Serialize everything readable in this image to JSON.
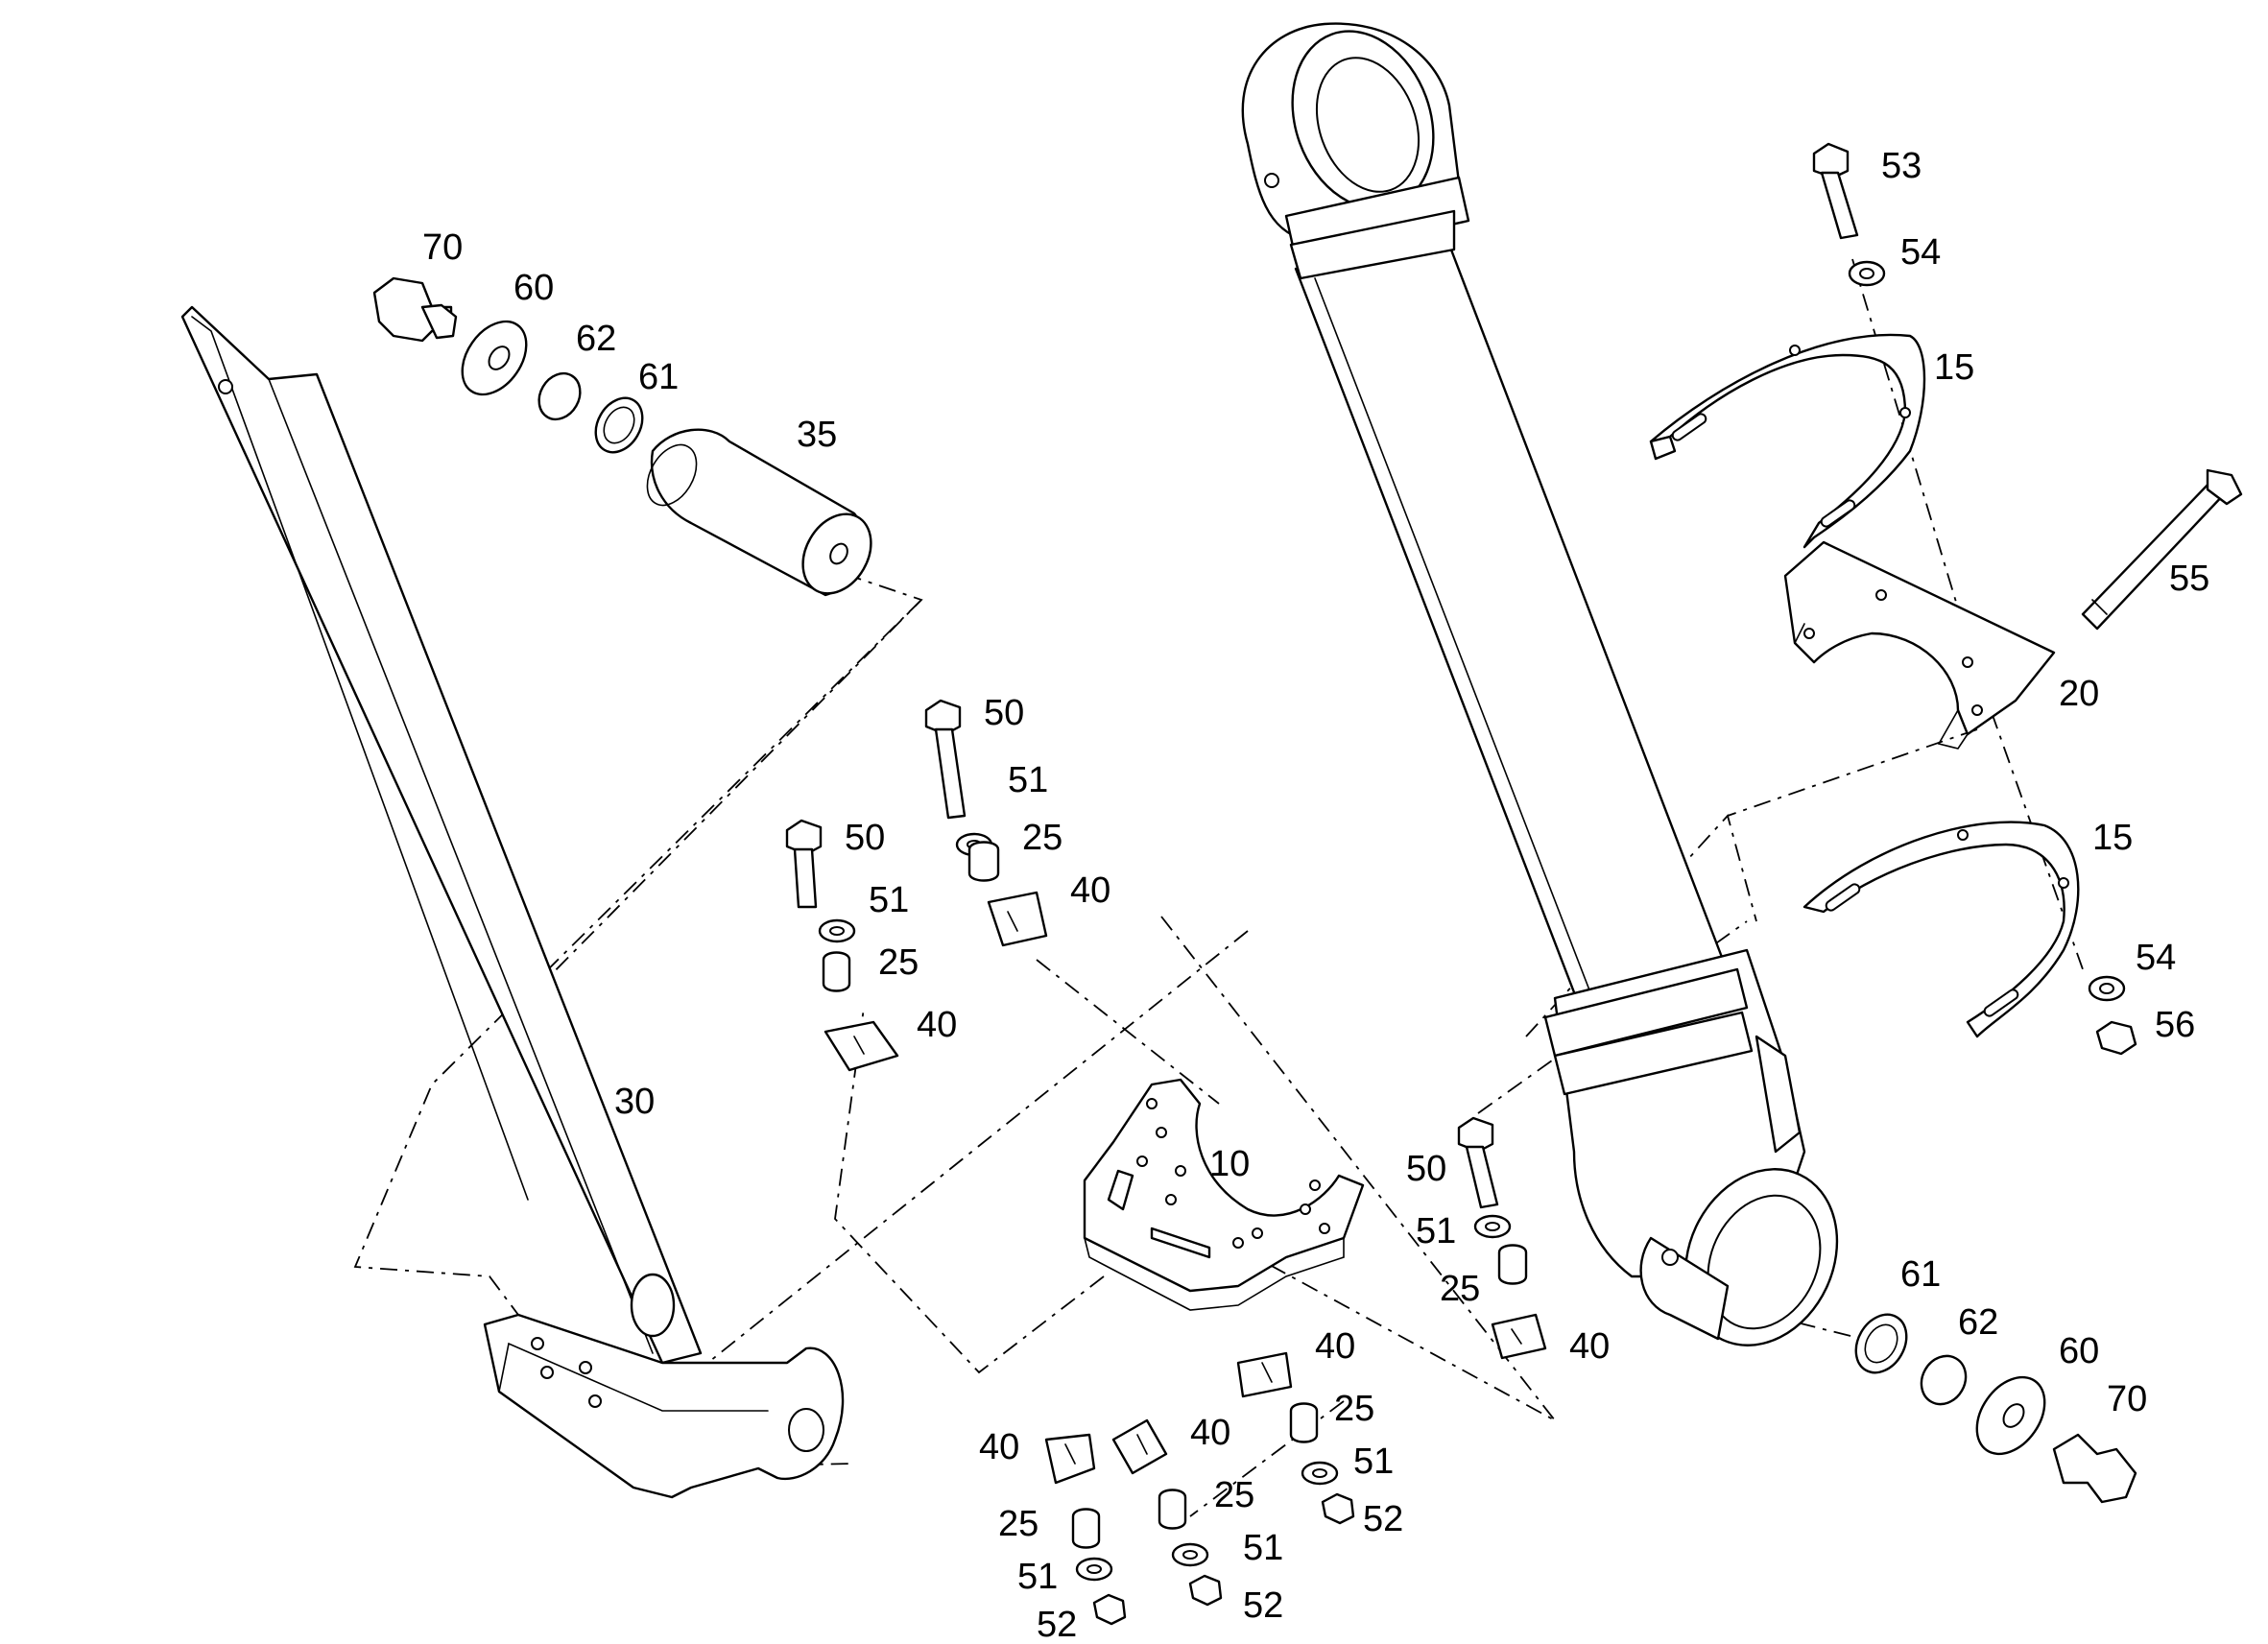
{
  "diagram": {
    "callouts": [
      {
        "id": "c70a",
        "text": "70"
      },
      {
        "id": "c60a",
        "text": "60"
      },
      {
        "id": "c62a",
        "text": "62"
      },
      {
        "id": "c61a",
        "text": "61"
      },
      {
        "id": "c35",
        "text": "35"
      },
      {
        "id": "c30",
        "text": "30"
      },
      {
        "id": "c50a",
        "text": "50"
      },
      {
        "id": "c51a",
        "text": "51"
      },
      {
        "id": "c25a",
        "text": "25"
      },
      {
        "id": "c40a",
        "text": "40"
      },
      {
        "id": "c50b",
        "text": "50"
      },
      {
        "id": "c51b",
        "text": "51"
      },
      {
        "id": "c25b",
        "text": "25"
      },
      {
        "id": "c40b",
        "text": "40"
      },
      {
        "id": "c10",
        "text": "10"
      },
      {
        "id": "c50c",
        "text": "50"
      },
      {
        "id": "c51c",
        "text": "51"
      },
      {
        "id": "c25c",
        "text": "25"
      },
      {
        "id": "c40c",
        "text": "40"
      },
      {
        "id": "c40d",
        "text": "40"
      },
      {
        "id": "c25d",
        "text": "25"
      },
      {
        "id": "c51d",
        "text": "51"
      },
      {
        "id": "c52d",
        "text": "52"
      },
      {
        "id": "c40e",
        "text": "40"
      },
      {
        "id": "c25e",
        "text": "25"
      },
      {
        "id": "c51e",
        "text": "51"
      },
      {
        "id": "c52e",
        "text": "52"
      },
      {
        "id": "c40f",
        "text": "40"
      },
      {
        "id": "c25f",
        "text": "25"
      },
      {
        "id": "c51f",
        "text": "51"
      },
      {
        "id": "c52f",
        "text": "52"
      },
      {
        "id": "c53",
        "text": "53"
      },
      {
        "id": "c54a",
        "text": "54"
      },
      {
        "id": "c15a",
        "text": "15"
      },
      {
        "id": "c55",
        "text": "55"
      },
      {
        "id": "c20",
        "text": "20"
      },
      {
        "id": "c15b",
        "text": "15"
      },
      {
        "id": "c54b",
        "text": "54"
      },
      {
        "id": "c56",
        "text": "56"
      },
      {
        "id": "c61b",
        "text": "61"
      },
      {
        "id": "c62b",
        "text": "62"
      },
      {
        "id": "c60b",
        "text": "60"
      },
      {
        "id": "c70b",
        "text": "70"
      }
    ]
  }
}
